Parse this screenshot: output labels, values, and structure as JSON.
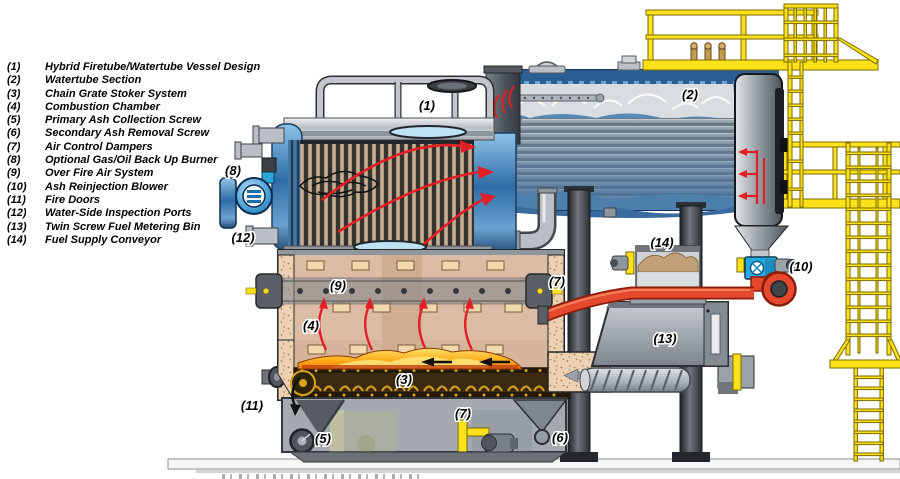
{
  "legend": {
    "items": [
      {
        "num": "(1)",
        "label": "Hybrid Firetube/Watertube Vessel Design"
      },
      {
        "num": "(2)",
        "label": "Watertube Section"
      },
      {
        "num": "(3)",
        "label": "Chain Grate Stoker System"
      },
      {
        "num": "(4)",
        "label": "Combustion Chamber"
      },
      {
        "num": "(5)",
        "label": "Primary Ash Collection Screw"
      },
      {
        "num": "(6)",
        "label": "Secondary Ash Removal Screw"
      },
      {
        "num": "(7)",
        "label": "Air Control Dampers"
      },
      {
        "num": "(8)",
        "label": "Optional Gas/Oil Back Up Burner"
      },
      {
        "num": "(9)",
        "label": "Over Fire Air System"
      },
      {
        "num": "(10)",
        "label": "Ash Reinjection Blower"
      },
      {
        "num": "(11)",
        "label": "Fire Doors"
      },
      {
        "num": "(12)",
        "label": "Water-Side Inspection Ports"
      },
      {
        "num": "(13)",
        "label": "Twin Screw Fuel Metering Bin"
      },
      {
        "num": "(14)",
        "label": "Fuel Supply Conveyor"
      }
    ]
  },
  "callouts": {
    "n1": "(1)",
    "n2": "(2)",
    "n3": "(3)",
    "n4": "(4)",
    "n5": "(5)",
    "n6": "(6)",
    "n7": "(7)",
    "n8": "(8)",
    "n9": "(9)",
    "n10": "(10)",
    "n11": "(11)",
    "n12": "(12)",
    "n13": "(13)",
    "n14": "(14)"
  },
  "colors": {
    "safety_yellow": "#FFE11A",
    "flow_arrow_red": "#E31E24",
    "pipe_red_orange": "#E5492E",
    "water_blue": "#4D82B3",
    "navy_outline": "#15355C",
    "steel_silver": "#B7BDC2",
    "firebrick_speckle": "#ECD2B2",
    "chamber_tan": "#D9B9A2",
    "flame_orange": "#F7941D",
    "grate_brown": "#3B2A10",
    "column_dark": "#2A2E33",
    "valve_blue": "#29A8DC",
    "brass": "#C49A4E"
  }
}
